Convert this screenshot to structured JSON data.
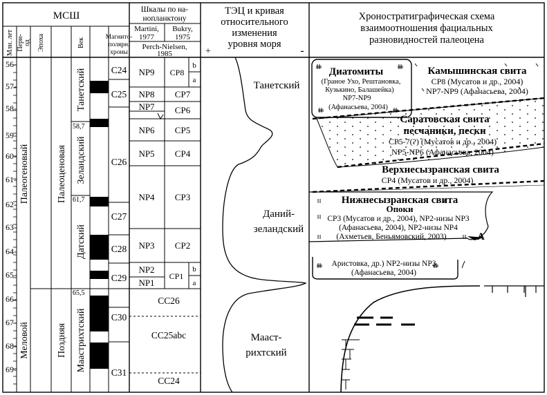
{
  "headers": {
    "msh": "МСШ",
    "ma": "Млн. лет",
    "period_1": "Пери-",
    "period_2": "од",
    "epoch": "Эпоха",
    "age": "Век",
    "magneto_1": "Магнито-",
    "magneto_2": "полярн.",
    "magneto_3": "хроны",
    "plankton_1": "Шкалы по на-",
    "plankton_2": "нопланктону",
    "martini": "Martini,",
    "martini_year": "1977",
    "bukry": "Bukry,",
    "bukry_year": "1975",
    "perch": "Perch-Nielsen,",
    "perch_year": "1985",
    "tec_1": "ТЭЦ и кривая",
    "tec_2": "относительного",
    "tec_3": "изменения",
    "tec_4": "уровня моря",
    "plus": "+",
    "minus": "-",
    "chrono_1": "Хроностратиграфическая схема",
    "chrono_2": "взаимоотношения фациальных",
    "chrono_3": "разновидностей палеоцена"
  },
  "ma_ticks": [
    "56-",
    "57-",
    "58-",
    "59-",
    "60-",
    "61-",
    "62-",
    "63-",
    "64-",
    "65-",
    "66-",
    "67-",
    "68-",
    "69-"
  ],
  "boundary_labels": [
    "58,7",
    "61,7",
    "65,5"
  ],
  "periods": [
    "Палеогеновый",
    "Меловой"
  ],
  "epochs": [
    "Палеоценовая",
    "Поздняя"
  ],
  "ages": [
    "Танетский",
    "Зеландский",
    "Датский",
    "Маастрихтский"
  ],
  "chrons": [
    "C24",
    "C25",
    "C26",
    "C27",
    "C28",
    "C29",
    "C30",
    "C31"
  ],
  "np_zones": [
    "NP9",
    "NP8",
    "NP7",
    "NP6",
    "NP5",
    "NP4",
    "NP3",
    "NP2",
    "NP1"
  ],
  "cp_zones": [
    "CP8",
    "b",
    "a",
    "CP7",
    "CP6",
    "CP5",
    "CP4",
    "CP3",
    "CP2",
    "CP1",
    "b",
    "a"
  ],
  "cc_zones": [
    "CC26",
    "CC25abc",
    "CC24"
  ],
  "tec": [
    "Танетский",
    "Даний-",
    "зеландский",
    "Мааст-",
    "рихтский"
  ],
  "units": {
    "diatom_title": "Диатомиты",
    "diatom_1": "(Граное Ухо, Рештановка,",
    "diatom_2": "Кузькино, Балашейка)",
    "diatom_3": "NP7-NP9",
    "diatom_4": "(Афанасьева, 2004)",
    "kam_title": "Камышинская свита",
    "kam_1": "CP8 (Мусатов и др., 2004)",
    "kam_2": "NP7-NP9 (Афанасьева, 2004)",
    "sar_title_1": "Саратовская свита",
    "sar_title_2": "песчаники, пески",
    "sar_1": "CP5-7(?) (Мусатов и др., 2004)",
    "sar_2": "NP5-NP6 (Афанасьева, 2004)",
    "vn_title": "Верхнесызранская свита",
    "vn_1": "CP4 (Мусатов и др., 2004)",
    "nn_title": "Нижнесызранская свита",
    "nn_sub": "Опоки",
    "nn_1": "CP3 (Мусатов и др., 2004), NP2-низы NP3",
    "nn_2": "(Афанасьева, 2004), NP2-низы NP4",
    "nn_3": "(Ахметьев, Беньямовский, 2003)",
    "ar_1": "Аристовка, др.) NP2-низы NP3",
    "ar_2": "(Афанасьева, 2004)",
    "mark_a": "A"
  }
}
